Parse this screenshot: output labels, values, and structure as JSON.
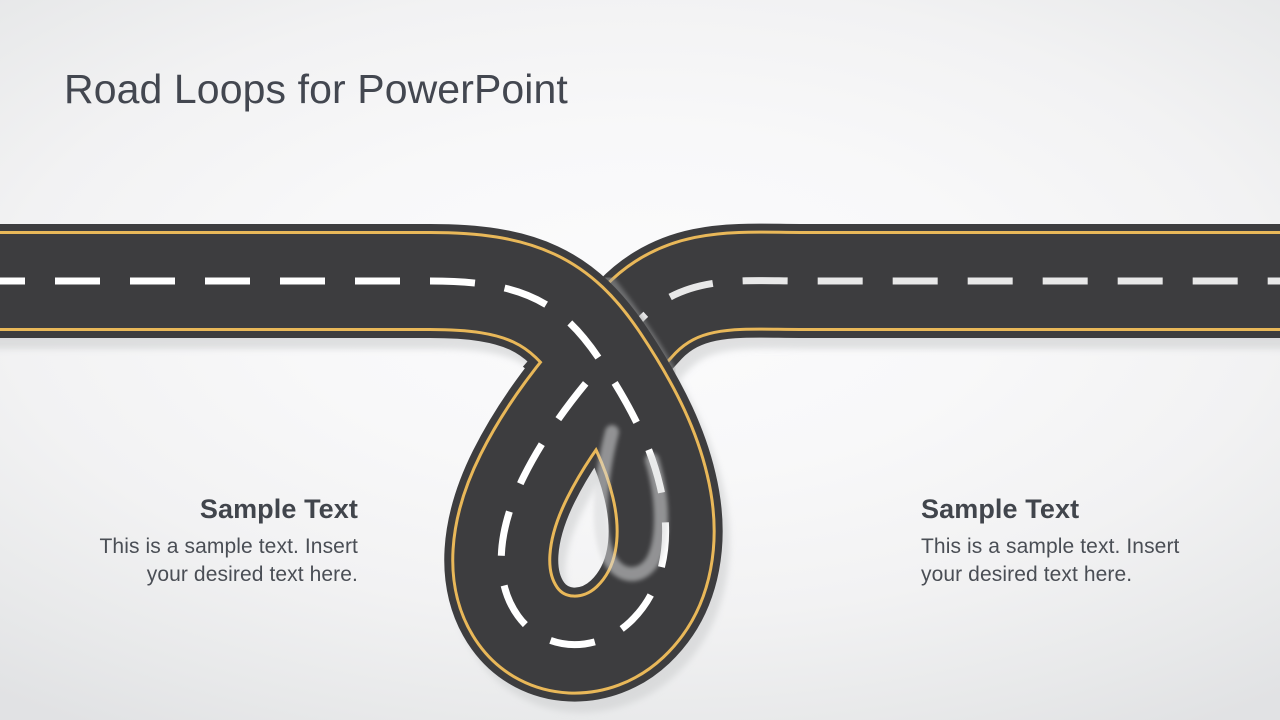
{
  "slide": {
    "title": "Road Loops for PowerPoint",
    "background_center_color": "#f9f9fa",
    "background_edge_color": "#e1e2e4"
  },
  "road": {
    "asphalt_color": "#3d3d3f",
    "edge_line_color": "#e9b859",
    "center_dash_color": "#ffffff",
    "center_dash_color_dim": "#e8e8e8",
    "shadow_color": "#d2d3d4",
    "description": "A continuous two-lane road entering from the left edge, curving downward into a teardrop-shaped loop at the center bottom, then rising back through a crossing point and exiting at the right edge."
  },
  "callouts": [
    {
      "id": "left",
      "heading": "Sample Text",
      "body": "This is a sample text. Insert your desired text here.",
      "align": "right"
    },
    {
      "id": "right",
      "heading": "Sample Text",
      "body": "This is a sample text. Insert your desired text here.",
      "align": "left"
    }
  ]
}
